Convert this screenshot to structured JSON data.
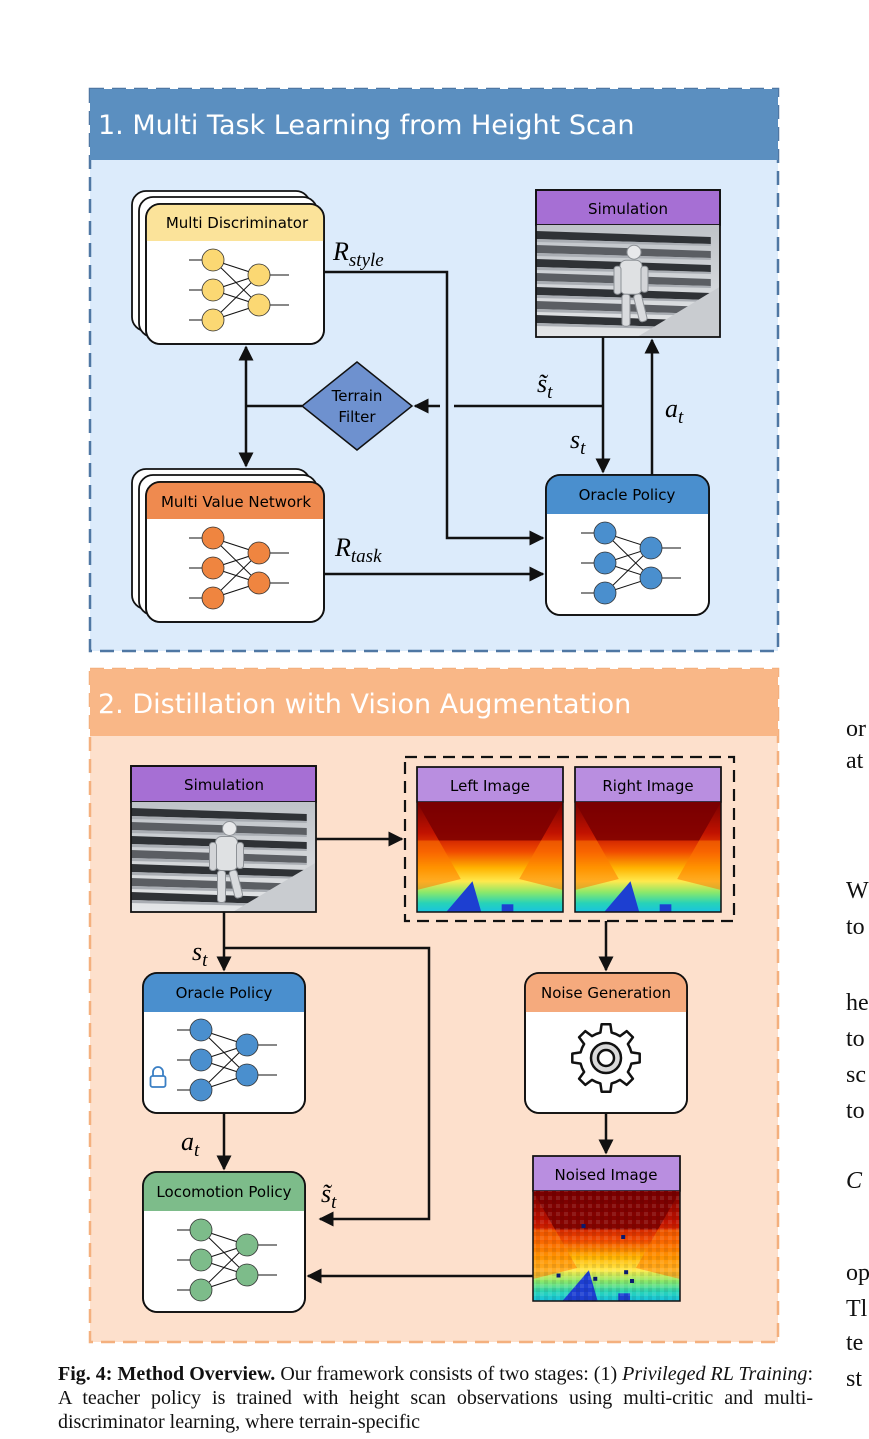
{
  "stage1": {
    "title": "1. Multi Task Learning from Height Scan",
    "multi_discriminator": "Multi Discriminator",
    "multi_value_network": "Multi Value Network",
    "simulation": "Simulation",
    "oracle_policy": "Oracle Policy",
    "terrain_filter_line1": "Terrain",
    "terrain_filter_line2": "Filter",
    "r_style_main": "R",
    "r_style_sub": "style",
    "r_task_main": "R",
    "r_task_sub": "task",
    "s_tilde_main": "s̃",
    "s_main": "s",
    "a_main": "a",
    "t_sub": "t"
  },
  "stage2": {
    "title": "2. Distillation with Vision Augmentation",
    "simulation": "Simulation",
    "left_image": "Left Image",
    "right_image": "Right Image",
    "oracle_policy": "Oracle Policy",
    "noise_generation": "Noise Generation",
    "noised_image": "Noised Image",
    "locomotion_policy": "Locomotion Policy",
    "s_main": "s",
    "s_tilde_main": "s̃",
    "a_main": "a",
    "t_sub": "t"
  },
  "colors": {
    "stage1_header": "#5b8fc0",
    "stage1_bg": "#dcebfb",
    "stage2_header": "#f9b787",
    "stage2_bg": "#fde0cc",
    "discriminator": "#fbe39a",
    "value_network": "#ef8a4f",
    "policy": "#4a8fce",
    "simulation": "#a66fd4",
    "image_label": "#b98ee0",
    "noise_header": "#f5aa7d",
    "locomotion": "#7dbc8a",
    "terrain_filter": "#6e91cf"
  },
  "caption": {
    "label": "Fig. 4:",
    "heading": "Method Overview.",
    "text1": " Our framework consists of two stages: (1) ",
    "italic1": "Privileged RL Training",
    "text2": ": A teacher policy is trained with height scan observations using multi-critic and multi-discriminator learning, where terrain-specific"
  },
  "margin_words": [
    "or",
    "at",
    "W",
    "to",
    "he",
    "to",
    "sc",
    "to",
    "C",
    "op",
    "Tl",
    "te",
    "st"
  ]
}
